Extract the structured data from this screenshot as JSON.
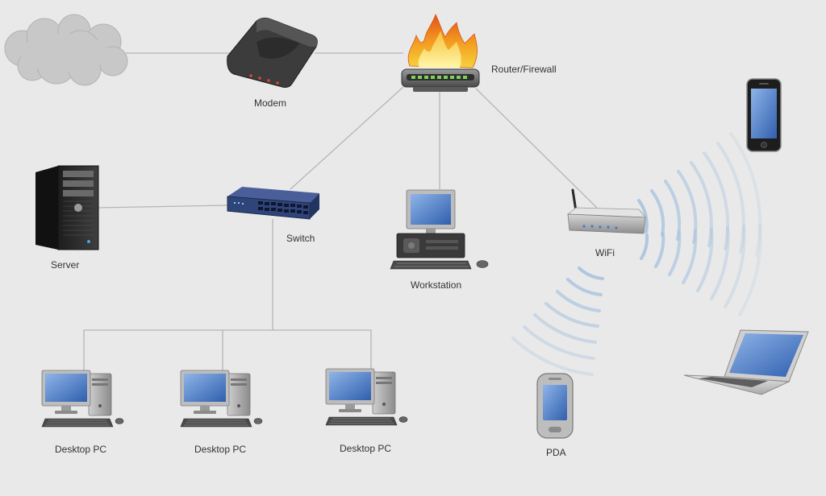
{
  "diagram": {
    "nodes": {
      "cloud": {
        "label": "",
        "icon": "cloud-icon"
      },
      "modem": {
        "label": "Modem",
        "icon": "modem-icon"
      },
      "router": {
        "label": "Router/Firewall",
        "icon": "firewall-router-icon"
      },
      "server": {
        "label": "Server",
        "icon": "server-tower-icon"
      },
      "switch": {
        "label": "Switch",
        "icon": "network-switch-icon"
      },
      "workstation": {
        "label": "Workstation",
        "icon": "workstation-icon"
      },
      "wifi": {
        "label": "WiFi",
        "icon": "wifi-router-icon"
      },
      "desktop_1": {
        "label": "Desktop PC",
        "icon": "desktop-pc-icon"
      },
      "desktop_2": {
        "label": "Desktop PC",
        "icon": "desktop-pc-icon"
      },
      "desktop_3": {
        "label": "Desktop PC",
        "icon": "desktop-pc-icon"
      },
      "smartphone": {
        "label": "",
        "icon": "smartphone-icon"
      },
      "pda": {
        "label": "PDA",
        "icon": "pda-icon"
      },
      "laptop": {
        "label": "",
        "icon": "laptop-icon"
      }
    },
    "links": [
      [
        "cloud",
        "modem"
      ],
      [
        "modem",
        "router"
      ],
      [
        "router",
        "switch"
      ],
      [
        "router",
        "workstation"
      ],
      [
        "router",
        "wifi"
      ],
      [
        "switch",
        "server"
      ],
      [
        "switch",
        "desktop_1"
      ],
      [
        "switch",
        "desktop_2"
      ],
      [
        "switch",
        "desktop_3"
      ]
    ],
    "wireless": [
      "smartphone",
      "laptop",
      "pda"
    ],
    "colors": {
      "background": "#e9e9e9",
      "link": "#b5b5b5",
      "wave": "#a9c3de",
      "screen": "#4f7fc9",
      "flame": "#f08a1c",
      "switch_body": "#2f4478"
    }
  }
}
